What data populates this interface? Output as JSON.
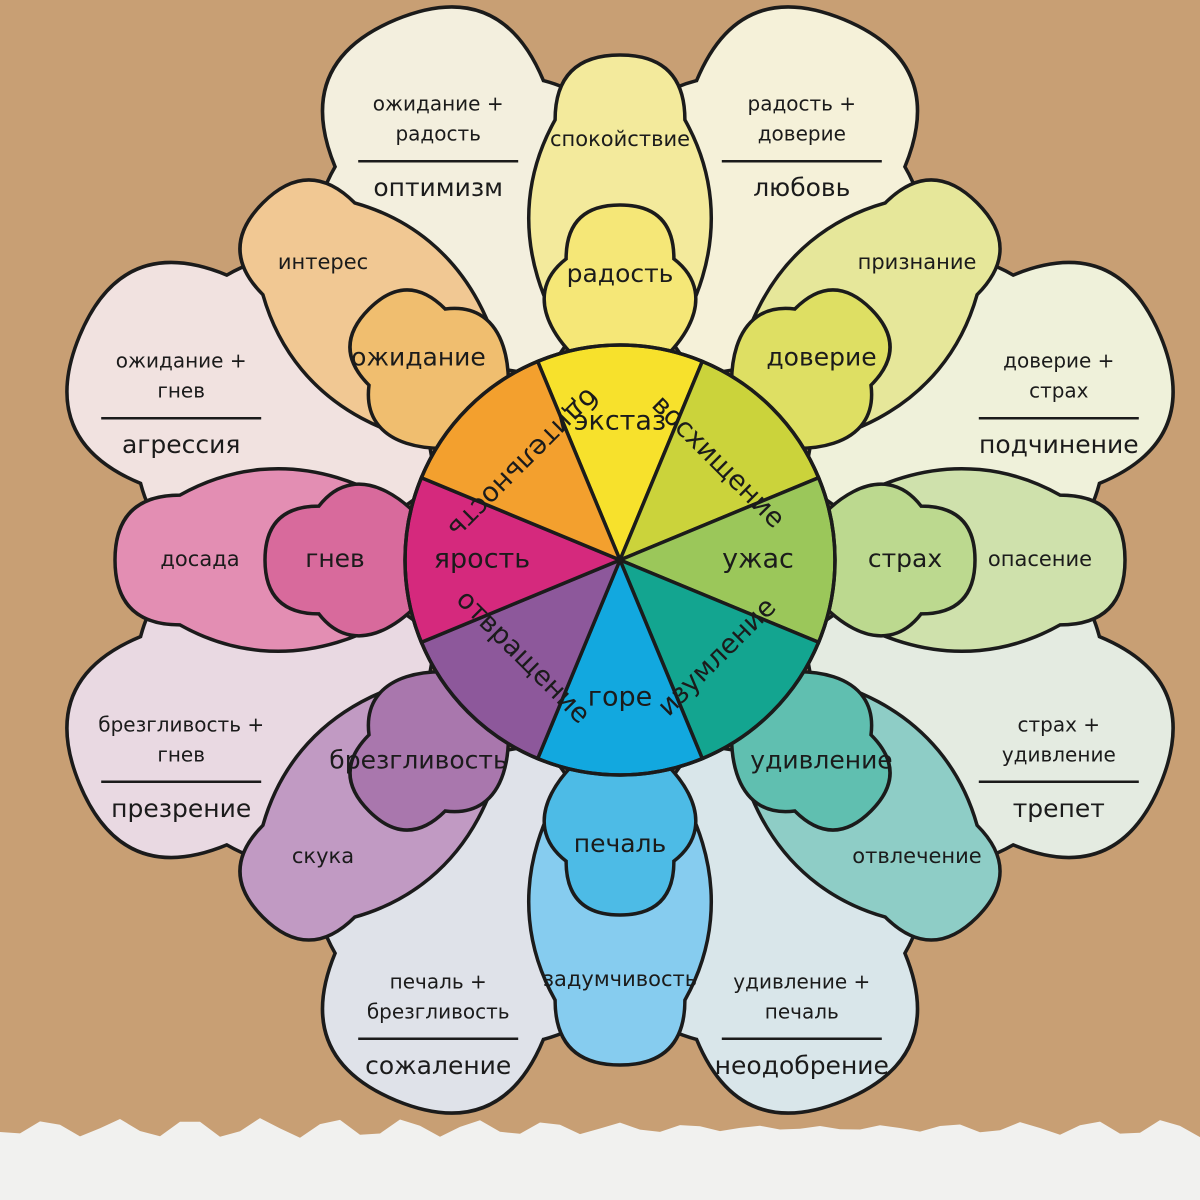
{
  "colors": {
    "background": "#c89f74",
    "paper_tear": "#f1f1ef"
  },
  "primary_emotions": [
    {
      "id": "joy",
      "mild": "спокойствие",
      "basic": "радость",
      "intense": "экстаз",
      "color": "#f7e12c",
      "basic_color": "#f5e777",
      "mild_color": "#f3ea9c"
    },
    {
      "id": "trust",
      "mild": "признание",
      "basic": "доверие",
      "intense": "восхищение",
      "color": "#cbd33b",
      "basic_color": "#dedf63",
      "mild_color": "#e6e79a"
    },
    {
      "id": "fear",
      "mild": "опасение",
      "basic": "страх",
      "intense": "ужас",
      "color": "#9bc75a",
      "basic_color": "#bcd98f",
      "mild_color": "#cfe1ac"
    },
    {
      "id": "surprise",
      "mild": "отвлечение",
      "basic": "удивление",
      "intense": "изумление",
      "color": "#13a590",
      "basic_color": "#60bfb0",
      "mild_color": "#8ecdc6"
    },
    {
      "id": "sadness",
      "mild": "задумчивость",
      "basic": "печаль",
      "intense": "горе",
      "color": "#12a8df",
      "basic_color": "#4dbbe6",
      "mild_color": "#86ccef"
    },
    {
      "id": "disgust",
      "mild": "скука",
      "basic": "брезгливость",
      "intense": "отвращение",
      "color": "#8d589b",
      "basic_color": "#a977ad",
      "mild_color": "#c19ac3"
    },
    {
      "id": "anger",
      "mild": "досада",
      "basic": "гнев",
      "intense": "ярость",
      "color": "#d5297d",
      "basic_color": "#d86a9c",
      "mild_color": "#e38eb3"
    },
    {
      "id": "anticipation",
      "mild": "интерес",
      "basic": "ожидание",
      "intense": "бдительность",
      "color": "#f3a02e",
      "basic_color": "#f0be6f",
      "mild_color": "#f1c893"
    }
  ],
  "combinations": [
    {
      "id": "love",
      "formula_line1": "радость +",
      "formula_line2": "доверие",
      "result": "любовь",
      "color": "#f5f1d9"
    },
    {
      "id": "submission",
      "formula_line1": "доверие +",
      "formula_line2": "страх",
      "result": "подчинение",
      "color": "#eff1da"
    },
    {
      "id": "awe",
      "formula_line1": "страх +",
      "formula_line2": "удивление",
      "result": "трепет",
      "color": "#e4ebe1"
    },
    {
      "id": "disapproval",
      "formula_line1": "удивление +",
      "formula_line2": "печаль",
      "result": "неодобрение",
      "color": "#d9e6ea"
    },
    {
      "id": "remorse",
      "formula_line1": "печаль +",
      "formula_line2": "брезгливость",
      "result": "сожаление",
      "color": "#dfe2e9"
    },
    {
      "id": "contempt",
      "formula_line1": "брезгливость +",
      "formula_line2": "гнев",
      "result": "презрение",
      "color": "#e9d9e2"
    },
    {
      "id": "aggressiveness",
      "formula_line1": "ожидание +",
      "formula_line2": "гнев",
      "result": "агрессия",
      "color": "#f1e2e0"
    },
    {
      "id": "optimism",
      "formula_line1": "ожидание +",
      "formula_line2": "радость",
      "result": "оптимизм",
      "color": "#f3efde"
    }
  ]
}
